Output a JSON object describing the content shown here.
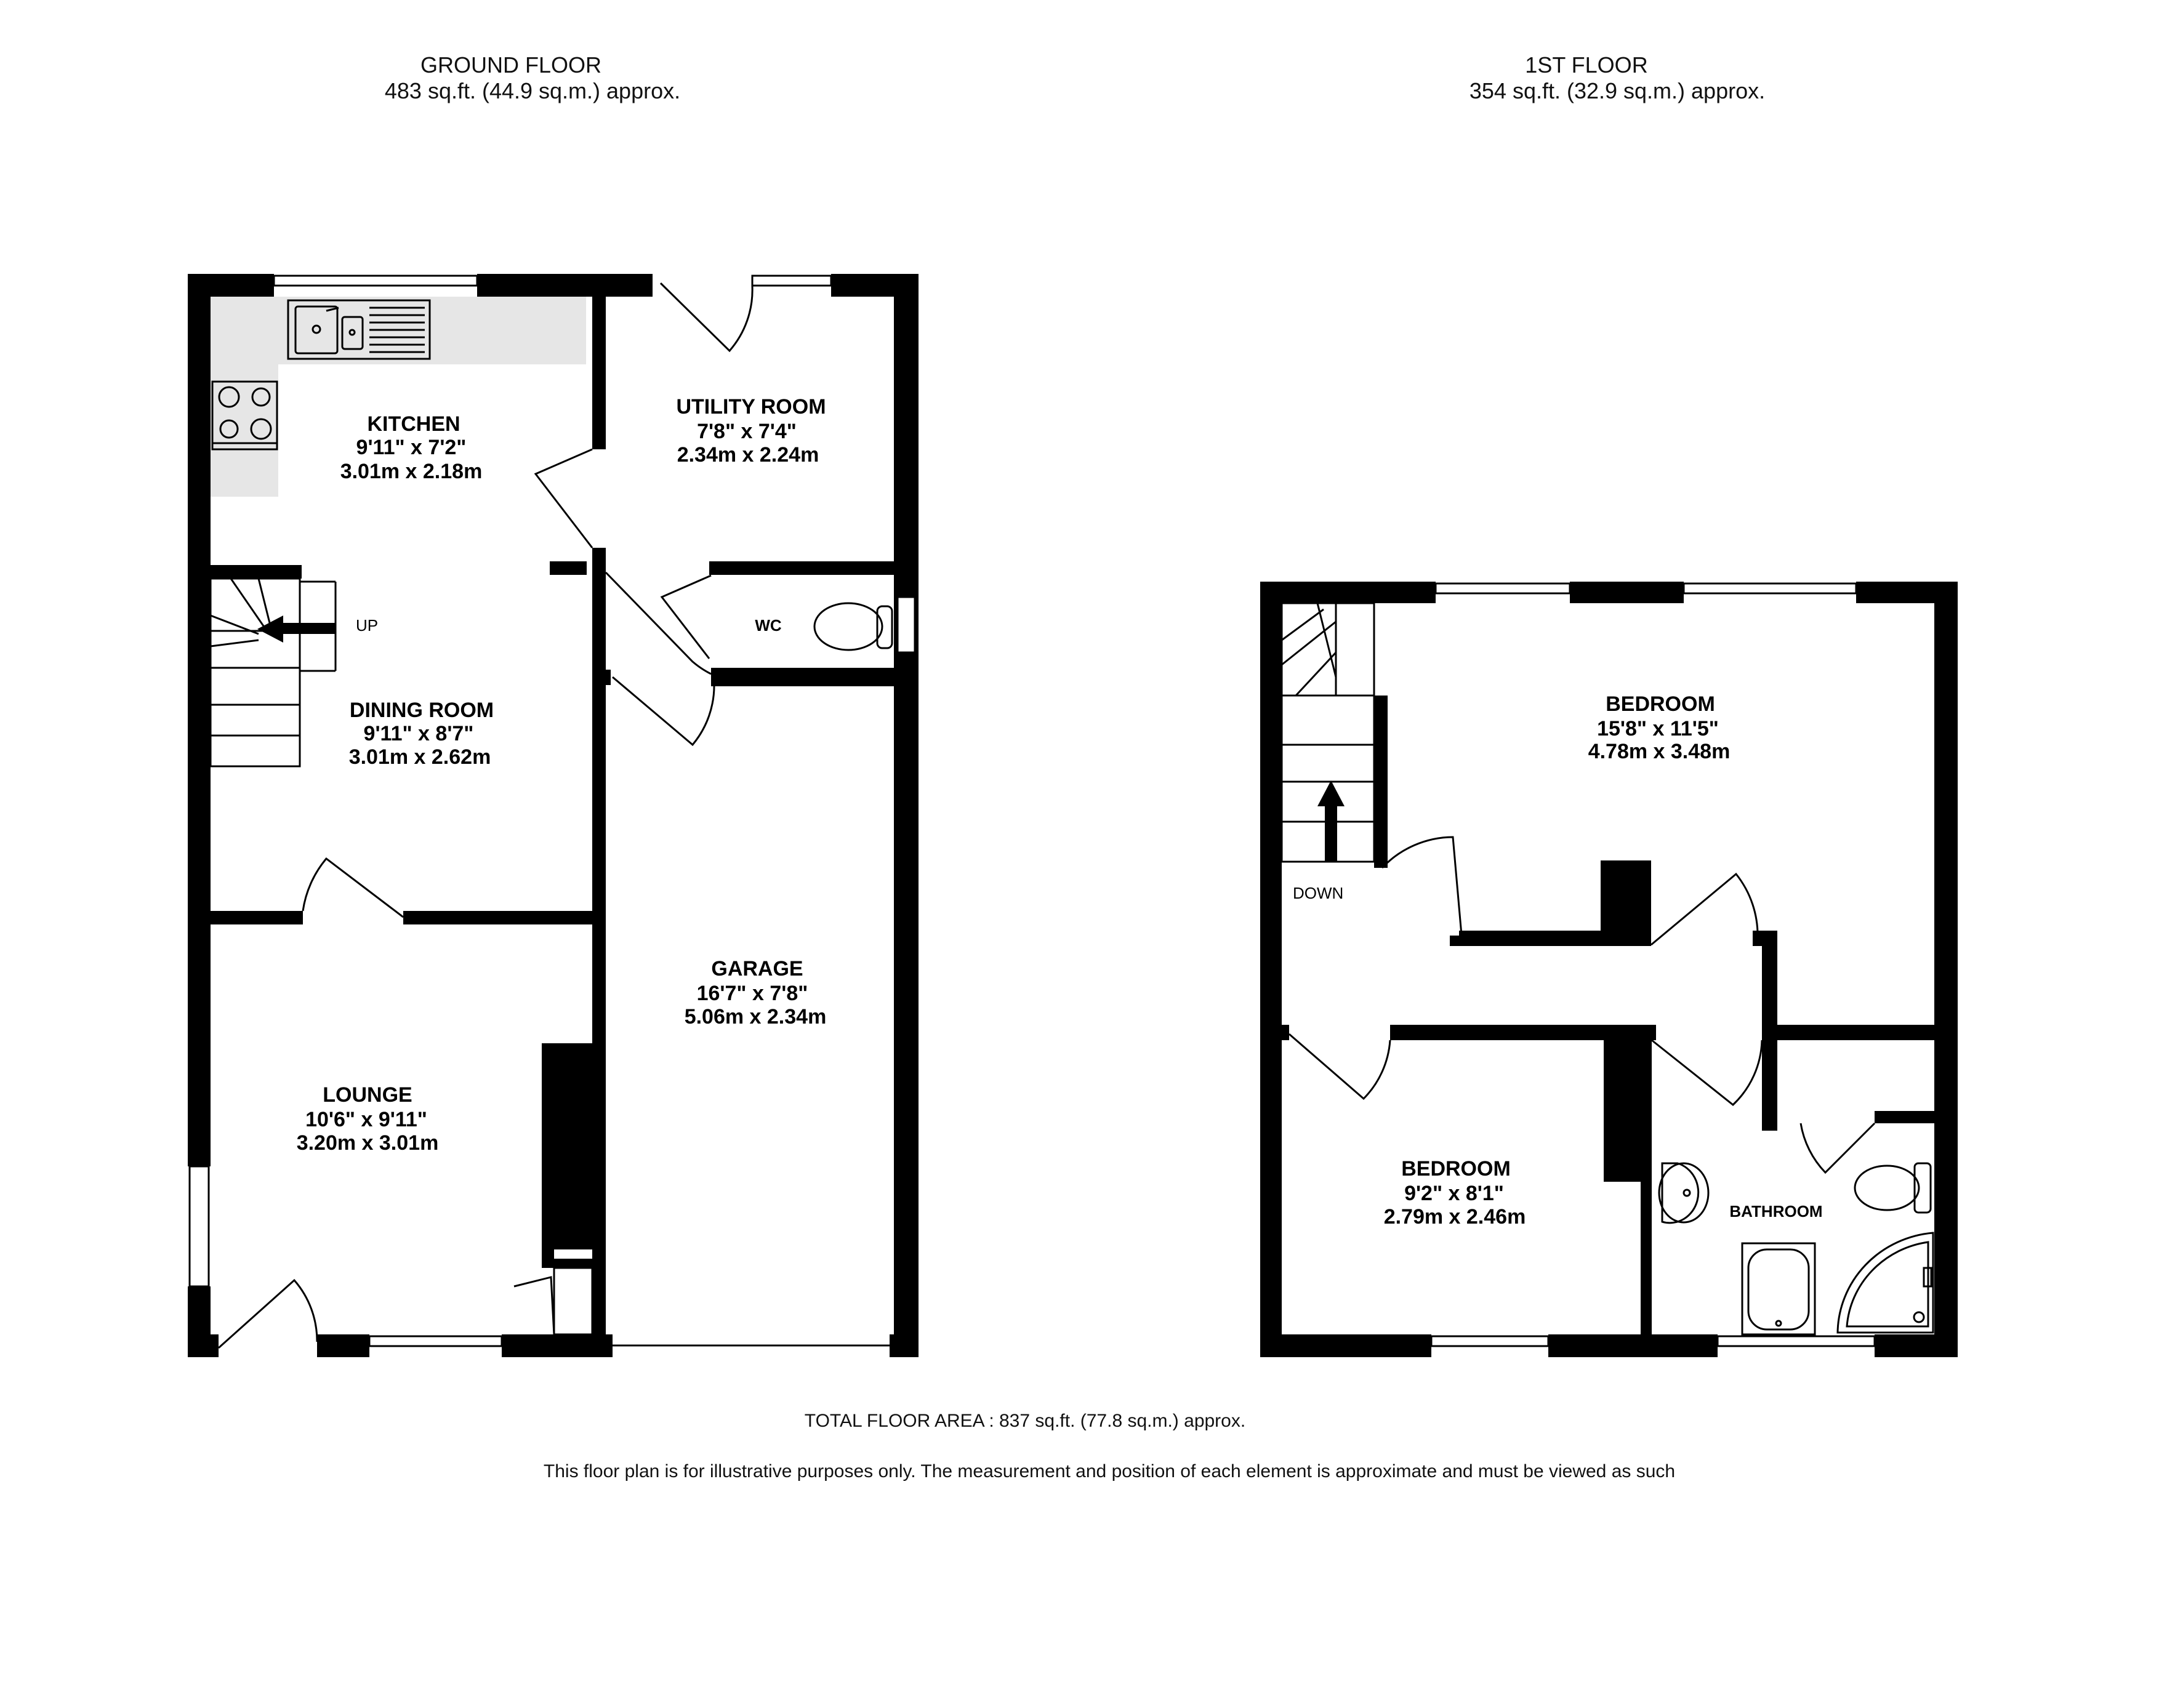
{
  "ground_floor": {
    "title": "GROUND FLOOR",
    "area": "483 sq.ft. (44.9 sq.m.) approx.",
    "rooms": {
      "kitchen": {
        "name": "KITCHEN",
        "imperial": "9'11\"  x 7'2\"",
        "metric": "3.01m  x 2.18m"
      },
      "utility": {
        "name": "UTILITY ROOM",
        "imperial": "7'8\"  x 7'4\"",
        "metric": "2.34m  x 2.24m"
      },
      "wc": {
        "name": "WC"
      },
      "dining": {
        "name": "DINING ROOM",
        "imperial": "9'11\"  x 8'7\"",
        "metric": "3.01m  x 2.62m"
      },
      "garage": {
        "name": "GARAGE",
        "imperial": "16'7\"  x 7'8\"",
        "metric": "5.06m  x 2.34m"
      },
      "lounge": {
        "name": "LOUNGE",
        "imperial": "10'6\"  x 9'11\"",
        "metric": "3.20m  x 3.01m"
      }
    },
    "stairs_label": "UP"
  },
  "first_floor": {
    "title": "1ST FLOOR",
    "area": "354 sq.ft. (32.9 sq.m.) approx.",
    "rooms": {
      "bedroom1": {
        "name": "BEDROOM",
        "imperial": "15'8\"  x 11'5\"",
        "metric": "4.78m  x 3.48m"
      },
      "bedroom2": {
        "name": "BEDROOM",
        "imperial": "9'2\"  x 8'1\"",
        "metric": "2.79m  x 2.46m"
      },
      "bathroom": {
        "name": "BATHROOM"
      }
    },
    "stairs_label": "DOWN"
  },
  "footer": {
    "total": "TOTAL FLOOR AREA : 837 sq.ft. (77.8 sq.m.) approx.",
    "disclaimer": "This floor plan is for illustrative purposes only. The measurement and position of each element is approximate and must be viewed as such"
  }
}
